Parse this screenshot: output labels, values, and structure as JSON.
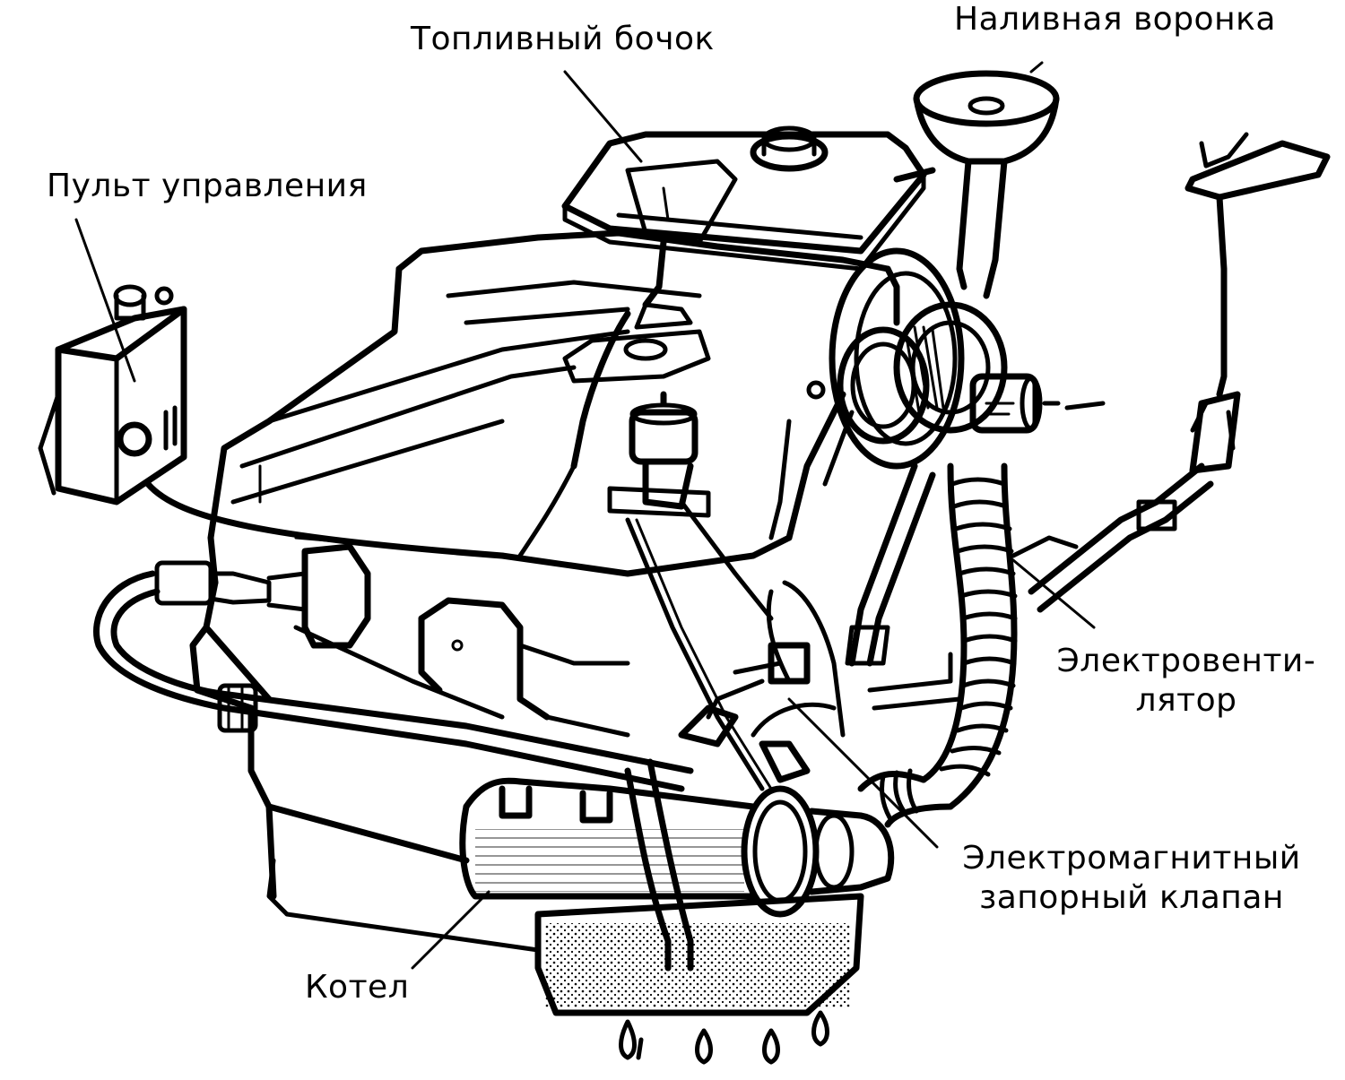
{
  "labels": {
    "funnel": "Наливная воронка",
    "fuel_tank": "Топливный бочок",
    "control_panel": "Пульт управления",
    "fan_line1": "Электровенти-",
    "fan_line2": "лятор",
    "valve_line1": "Электромагнитный",
    "valve_line2": "запорный клапан",
    "boiler": "Котел"
  }
}
